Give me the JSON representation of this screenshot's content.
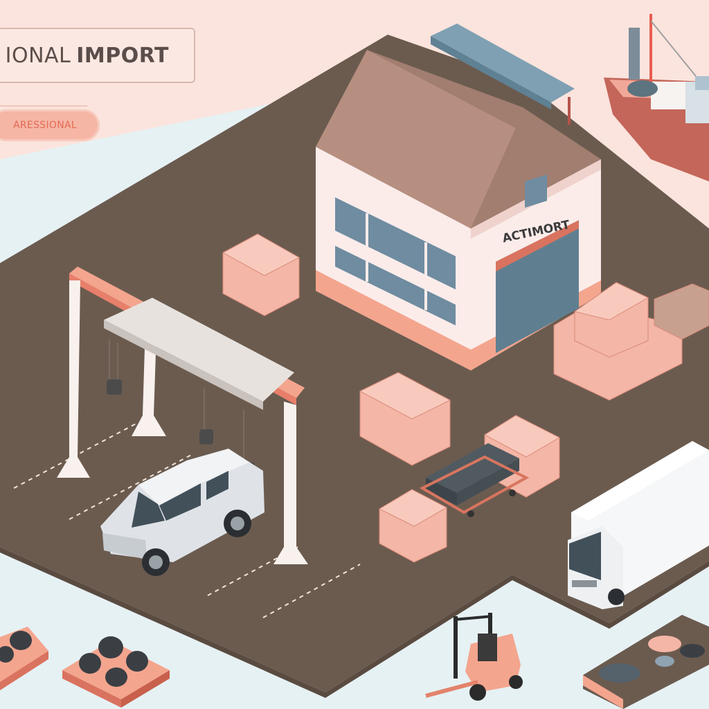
{
  "header": {
    "title_light": "IONAL",
    "title_bold": "IMPORT",
    "badge_text": "ARESSIONAL"
  },
  "warehouse": {
    "sign_text": "ACTIMORT"
  },
  "colors": {
    "background": "#fbe4dd",
    "light_ground": "#e6f1f4",
    "lot": "#6b5b4f",
    "roof": "#b78f80",
    "wall": "#fbecea",
    "accent": "#f4a58e",
    "crate": "#f4b6a6",
    "window": "#6f8ca0"
  },
  "icons": [
    "warehouse-icon",
    "ship-icon",
    "gantry-crane-icon",
    "suv-icon",
    "truck-icon",
    "forklift-icon",
    "crate-icon",
    "pallet-icon"
  ]
}
